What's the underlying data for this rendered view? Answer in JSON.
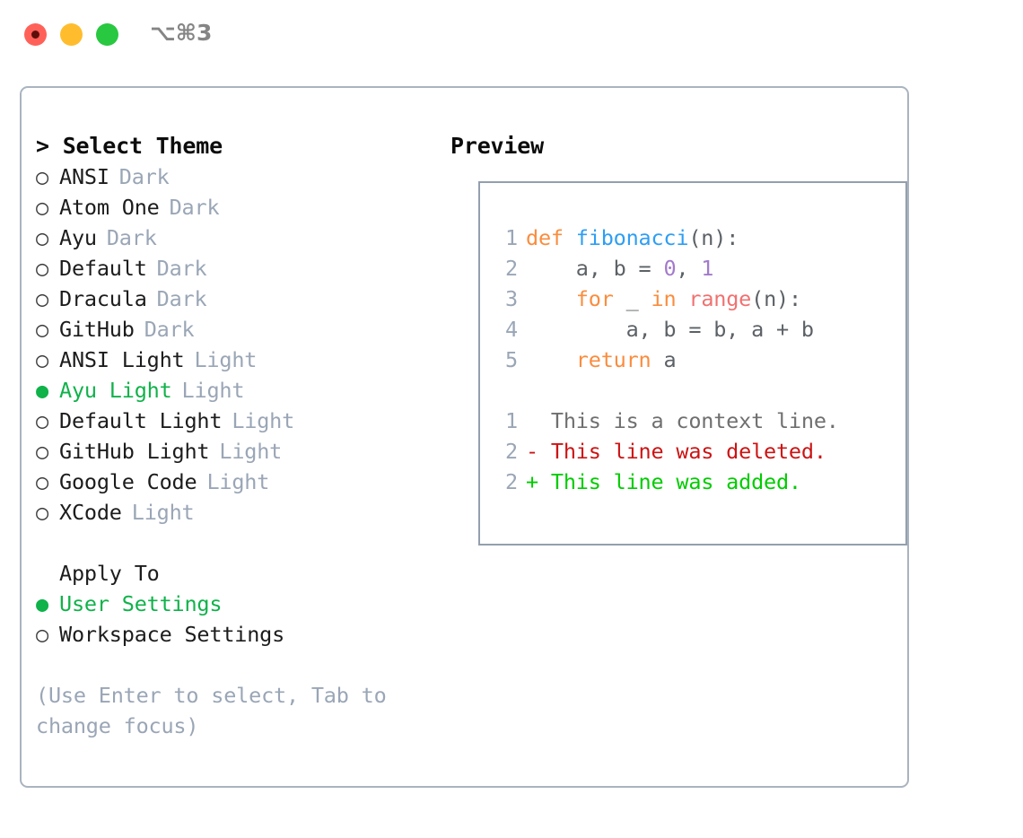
{
  "window": {
    "title_shortcut": "⌥⌘3",
    "traffic_lights": [
      {
        "name": "close",
        "color": "#ff6159"
      },
      {
        "name": "minimize",
        "color": "#ffbd2e"
      },
      {
        "name": "maximize",
        "color": "#28c840"
      }
    ]
  },
  "theme_panel": {
    "heading": "> Select Theme",
    "selected_bullet": "●",
    "unselected_bullet": "○",
    "options": [
      {
        "bullet": "○",
        "label": "ANSI",
        "tag": "Dark",
        "selected": false
      },
      {
        "bullet": "○",
        "label": "Atom One",
        "tag": "Dark",
        "selected": false
      },
      {
        "bullet": "○",
        "label": "Ayu",
        "tag": "Dark",
        "selected": false
      },
      {
        "bullet": "○",
        "label": "Default",
        "tag": "Dark",
        "selected": false
      },
      {
        "bullet": "○",
        "label": "Dracula",
        "tag": "Dark",
        "selected": false
      },
      {
        "bullet": "○",
        "label": "GitHub",
        "tag": "Dark",
        "selected": false
      },
      {
        "bullet": "○",
        "label": "ANSI Light",
        "tag": "Light",
        "selected": false
      },
      {
        "bullet": "●",
        "label": "Ayu Light",
        "tag": "Light",
        "selected": true
      },
      {
        "bullet": "○",
        "label": "Default Light",
        "tag": "Light",
        "selected": false
      },
      {
        "bullet": "○",
        "label": "GitHub Light",
        "tag": "Light",
        "selected": false
      },
      {
        "bullet": "○",
        "label": "Google Code",
        "tag": "Light",
        "selected": false
      },
      {
        "bullet": "○",
        "label": "XCode",
        "tag": "Light",
        "selected": false
      }
    ]
  },
  "apply_to": {
    "heading": "Apply To",
    "options": [
      {
        "bullet": "●",
        "label": "User Settings",
        "selected": true
      },
      {
        "bullet": "○",
        "label": "Workspace Settings",
        "selected": false
      }
    ]
  },
  "hint": "(Use Enter to select, Tab to change focus)",
  "preview": {
    "heading": "Preview",
    "code_lines": [
      {
        "number": "1",
        "tokens": [
          {
            "text": "def ",
            "kind": "keyword"
          },
          {
            "text": "fibonacci",
            "kind": "function"
          },
          {
            "text": "(n):",
            "kind": "plain"
          }
        ]
      },
      {
        "number": "2",
        "tokens": [
          {
            "text": "    a, b = ",
            "kind": "plain"
          },
          {
            "text": "0",
            "kind": "number"
          },
          {
            "text": ", ",
            "kind": "plain"
          },
          {
            "text": "1",
            "kind": "number"
          }
        ]
      },
      {
        "number": "3",
        "tokens": [
          {
            "text": "    ",
            "kind": "plain"
          },
          {
            "text": "for",
            "kind": "keyword"
          },
          {
            "text": " _ ",
            "kind": "plain"
          },
          {
            "text": "in",
            "kind": "keyword"
          },
          {
            "text": " ",
            "kind": "plain"
          },
          {
            "text": "range",
            "kind": "builtin"
          },
          {
            "text": "(n):",
            "kind": "plain"
          }
        ]
      },
      {
        "number": "4",
        "tokens": [
          {
            "text": "        a, b = b, a + b",
            "kind": "plain"
          }
        ]
      },
      {
        "number": "5",
        "tokens": [
          {
            "text": "    ",
            "kind": "plain"
          },
          {
            "text": "return",
            "kind": "keyword"
          },
          {
            "text": " a",
            "kind": "plain"
          }
        ]
      }
    ],
    "diff_lines": [
      {
        "number": "1",
        "marker": "  ",
        "text": "This is a context line.",
        "kind": "context"
      },
      {
        "number": "2",
        "marker": "- ",
        "text": "This line was deleted.",
        "kind": "deleted"
      },
      {
        "number": "2",
        "marker": "+ ",
        "text": "This line was added.",
        "kind": "added"
      }
    ]
  },
  "colors": {
    "accent_green": "#10b24a",
    "muted": "#9aa6b6",
    "border": "#aab4c0",
    "preview_border": "#939fae",
    "kw_orange": "#fa8d3e",
    "fn_blue": "#2e9ef4",
    "num_purple": "#a37acc",
    "builtin_red": "#f07171",
    "diff_deleted": "#cc1414",
    "diff_added": "#00cc00"
  }
}
